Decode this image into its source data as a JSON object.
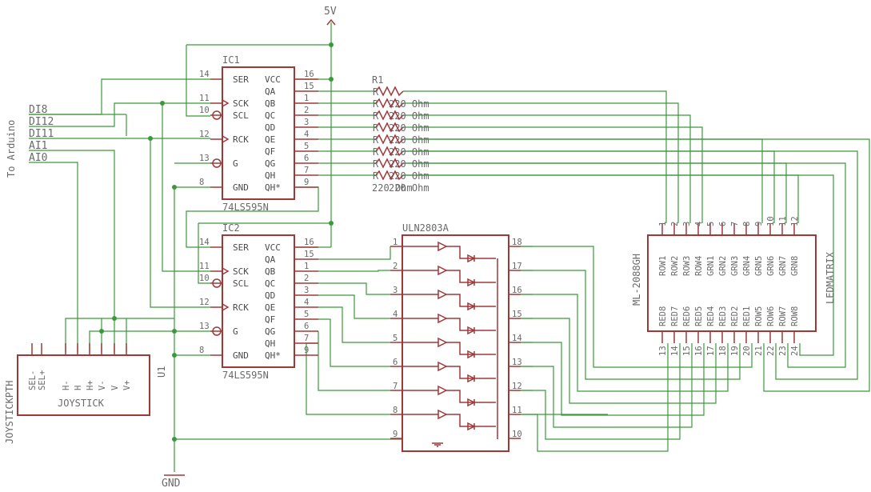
{
  "power": {
    "vcc": "5V",
    "gnd": "GND"
  },
  "arduino": {
    "label": "To Arduino",
    "signals": [
      "DI8",
      "DI12",
      "DI11",
      "AI1",
      "AI0"
    ]
  },
  "ic1": {
    "name": "IC1",
    "part": "74LS595N",
    "left_pins": [
      {
        "num": "14",
        "name": "SER"
      },
      {
        "num": "11",
        "name": "SCK"
      },
      {
        "num": "10",
        "name": "SCL"
      },
      {
        "num": "12",
        "name": "RCK"
      },
      {
        "num": "13",
        "name": "G"
      },
      {
        "num": "8",
        "name": "GND"
      }
    ],
    "right_pins": [
      {
        "num": "16",
        "name": "VCC"
      },
      {
        "num": "15",
        "name": "QA"
      },
      {
        "num": "1",
        "name": "QB"
      },
      {
        "num": "2",
        "name": "QC"
      },
      {
        "num": "3",
        "name": "QD"
      },
      {
        "num": "4",
        "name": "QE"
      },
      {
        "num": "5",
        "name": "QF"
      },
      {
        "num": "6",
        "name": "QG"
      },
      {
        "num": "7",
        "name": "QH"
      },
      {
        "num": "9",
        "name": "QH*"
      }
    ]
  },
  "ic2": {
    "name": "IC2",
    "part": "74LS595N",
    "left_pins": [
      {
        "num": "14",
        "name": "SER"
      },
      {
        "num": "11",
        "name": "SCK"
      },
      {
        "num": "10",
        "name": "SCL"
      },
      {
        "num": "12",
        "name": "RCK"
      },
      {
        "num": "13",
        "name": "G"
      },
      {
        "num": "8",
        "name": "GND"
      }
    ],
    "right_pins": [
      {
        "num": "16",
        "name": "VCC"
      },
      {
        "num": "15",
        "name": "QA"
      },
      {
        "num": "1",
        "name": "QB"
      },
      {
        "num": "2",
        "name": "QC"
      },
      {
        "num": "3",
        "name": "QD"
      },
      {
        "num": "4",
        "name": "QE"
      },
      {
        "num": "5",
        "name": "QF"
      },
      {
        "num": "6",
        "name": "QG"
      },
      {
        "num": "7",
        "name": "QH"
      },
      {
        "num": "9",
        "name": "QH*"
      }
    ]
  },
  "resistors": {
    "name": "R1",
    "value": "220 Ohm",
    "prefix": "R",
    "count": 8
  },
  "uln": {
    "name": "ULN2803A",
    "left_pins": [
      "1",
      "2",
      "3",
      "4",
      "5",
      "6",
      "7",
      "8",
      "9"
    ],
    "right_pins": [
      "18",
      "17",
      "16",
      "15",
      "14",
      "13",
      "12",
      "11",
      "10"
    ]
  },
  "matrix": {
    "part": "ML-2088GH",
    "name": "LEDMATRIX",
    "top_pins": [
      "1",
      "2",
      "3",
      "4",
      "5",
      "6",
      "7",
      "8",
      "9",
      "10",
      "11",
      "12"
    ],
    "top_labels": [
      "ROW1",
      "ROW2",
      "ROW3",
      "ROW4",
      "GRN1",
      "GRN2",
      "GRN3",
      "GRN4",
      "GRN5",
      "GRN6",
      "GRN7",
      "GRN8"
    ],
    "bottom_pins": [
      "13",
      "14",
      "15",
      "16",
      "17",
      "18",
      "19",
      "20",
      "21",
      "22",
      "23",
      "24"
    ],
    "bottom_labels": [
      "RED8",
      "RED7",
      "RED6",
      "RED5",
      "RED4",
      "RED3",
      "RED2",
      "RED1",
      "ROW5",
      "ROW6",
      "ROW7",
      "ROW8"
    ]
  },
  "joystick": {
    "name": "JOYSTICK",
    "ref": "U1",
    "side": "JOYSTICKPTH",
    "pins": [
      "SEL-",
      "SEL+",
      "H-",
      "H",
      "H+",
      "V-",
      "V",
      "V+"
    ]
  }
}
